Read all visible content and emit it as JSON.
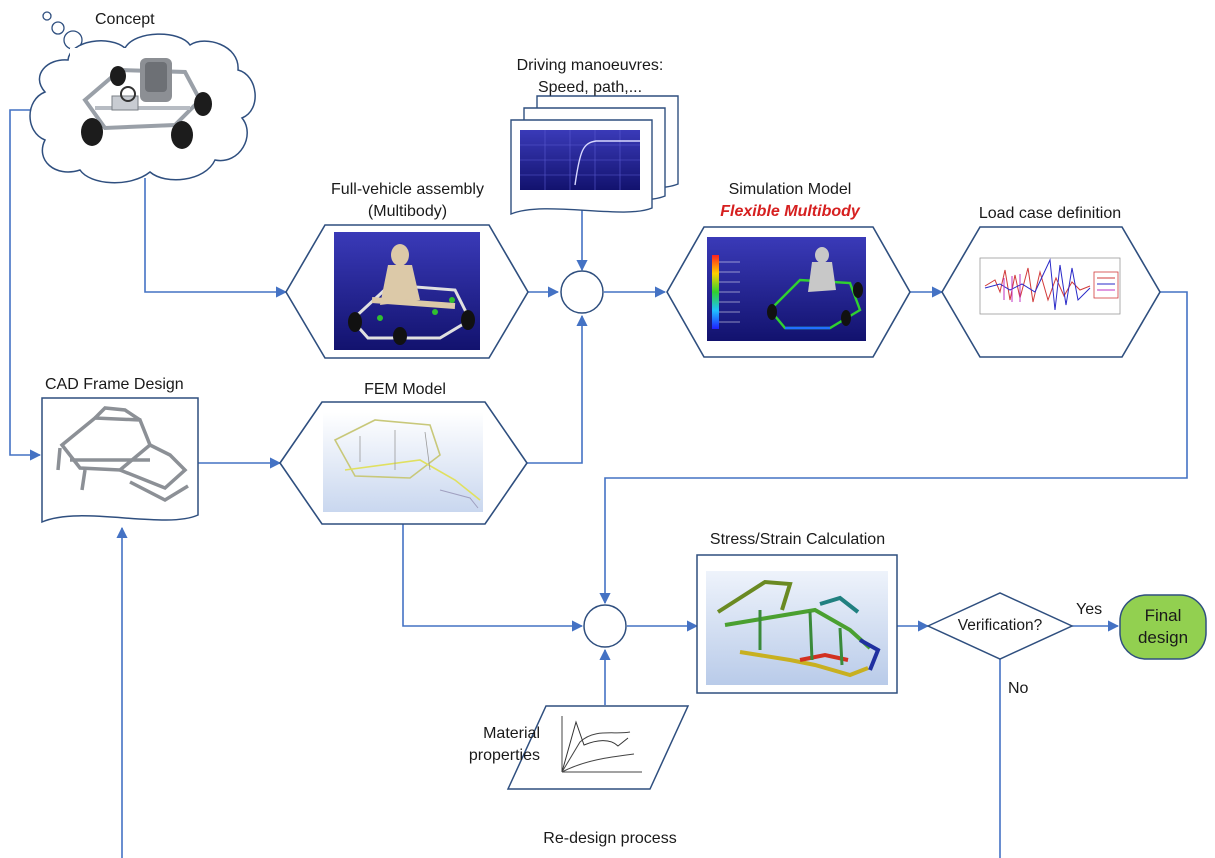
{
  "colors": {
    "connector": "#4472c4",
    "node_outline": "#2f4f7f",
    "accent": "#d62020",
    "terminal_fill": "#92d050",
    "viewport_dark": "#1f1f8a",
    "viewport_light": "#e9eff9"
  },
  "labels": {
    "concept": "Concept",
    "driving_line1": "Driving manoeuvres:",
    "driving_line2": "Speed, path,...",
    "full_vehicle_line1": "Full-vehicle assembly",
    "full_vehicle_line2": "(Multibody)",
    "sim_model_line1": "Simulation Model",
    "sim_model_line2": "Flexible Multibody",
    "load_case": "Load case definition",
    "cad_frame": "CAD Frame Design",
    "fem_model": "FEM Model",
    "stress_strain": "Stress/Strain Calculation",
    "verification": "Verification?",
    "yes": "Yes",
    "no": "No",
    "final_line1": "Final",
    "final_line2": "design",
    "material_line1": "Material",
    "material_line2": "properties",
    "redesign": "Re-design process"
  },
  "icons": {
    "concept": "go-kart-render-icon",
    "multibody": "kart-with-driver-icon",
    "flexible": "flexible-multibody-plot-icon",
    "load_case": "load-case-chart-icon",
    "cad": "kart-frame-icon",
    "fem": "fem-mesh-icon",
    "stress": "stress-contour-icon",
    "material": "stress-strain-curve-icon"
  }
}
